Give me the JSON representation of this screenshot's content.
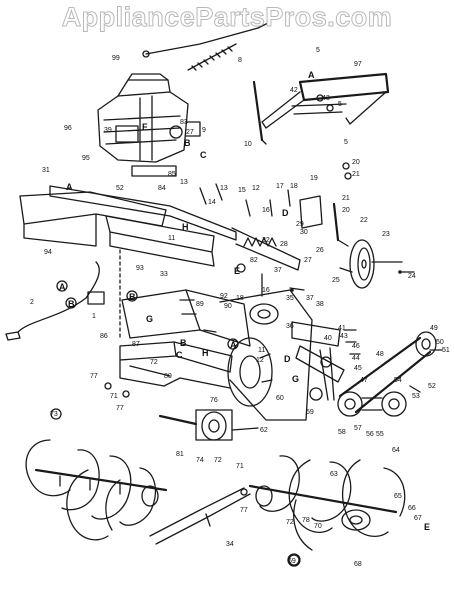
{
  "watermark": "AppliancePartsPros.com",
  "callouts": [
    {
      "id": "c7",
      "text": "7"
    },
    {
      "id": "c99",
      "text": "99"
    },
    {
      "id": "c8",
      "text": "8"
    },
    {
      "id": "c5a",
      "text": "5"
    },
    {
      "id": "c97",
      "text": "97"
    },
    {
      "id": "c10",
      "text": "10"
    },
    {
      "id": "c42",
      "text": "42"
    },
    {
      "id": "c43",
      "text": "43"
    },
    {
      "id": "c5b",
      "text": "5"
    },
    {
      "id": "c96",
      "text": "96"
    },
    {
      "id": "c39",
      "text": "39"
    },
    {
      "id": "c83",
      "text": "83"
    },
    {
      "id": "c27a",
      "text": "27"
    },
    {
      "id": "c9",
      "text": "9"
    },
    {
      "id": "c95",
      "text": "95"
    },
    {
      "id": "c31",
      "text": "31"
    },
    {
      "id": "c52a",
      "text": "52"
    },
    {
      "id": "c85",
      "text": "85"
    },
    {
      "id": "c84",
      "text": "84"
    },
    {
      "id": "c13a",
      "text": "13"
    },
    {
      "id": "c13b",
      "text": "13"
    },
    {
      "id": "c94",
      "text": "94"
    },
    {
      "id": "c11a",
      "text": "11"
    },
    {
      "id": "c14",
      "text": "14"
    },
    {
      "id": "c5c",
      "text": "5"
    },
    {
      "id": "c20a",
      "text": "20"
    },
    {
      "id": "c21a",
      "text": "21"
    },
    {
      "id": "c15",
      "text": "15"
    },
    {
      "id": "c12a",
      "text": "12"
    },
    {
      "id": "c16a",
      "text": "16"
    },
    {
      "id": "c17a",
      "text": "17"
    },
    {
      "id": "c18a",
      "text": "18"
    },
    {
      "id": "c19",
      "text": "19"
    },
    {
      "id": "c21b",
      "text": "21"
    },
    {
      "id": "c20b",
      "text": "20"
    },
    {
      "id": "c22",
      "text": "22"
    },
    {
      "id": "c23",
      "text": "23"
    },
    {
      "id": "c29",
      "text": "29"
    },
    {
      "id": "c30",
      "text": "30"
    },
    {
      "id": "c32",
      "text": "32"
    },
    {
      "id": "c28",
      "text": "28"
    },
    {
      "id": "c26",
      "text": "26"
    },
    {
      "id": "c27b",
      "text": "27"
    },
    {
      "id": "c25",
      "text": "25"
    },
    {
      "id": "c24",
      "text": "24"
    },
    {
      "id": "c93",
      "text": "93"
    },
    {
      "id": "c33",
      "text": "33"
    },
    {
      "id": "c82",
      "text": "82"
    },
    {
      "id": "c37a",
      "text": "37"
    },
    {
      "id": "c16b",
      "text": "16"
    },
    {
      "id": "c2",
      "text": "2"
    },
    {
      "id": "c1",
      "text": "1"
    },
    {
      "id": "c86",
      "text": "86"
    },
    {
      "id": "c89",
      "text": "89"
    },
    {
      "id": "c92",
      "text": "92"
    },
    {
      "id": "c90",
      "text": "90"
    },
    {
      "id": "c18b",
      "text": "18"
    },
    {
      "id": "c35",
      "text": "35"
    },
    {
      "id": "c37b",
      "text": "37"
    },
    {
      "id": "c38",
      "text": "38"
    },
    {
      "id": "c36",
      "text": "36"
    },
    {
      "id": "c40",
      "text": "40"
    },
    {
      "id": "c41",
      "text": "41"
    },
    {
      "id": "c43b",
      "text": "43"
    },
    {
      "id": "c46",
      "text": "46"
    },
    {
      "id": "c44",
      "text": "44"
    },
    {
      "id": "c45",
      "text": "45"
    },
    {
      "id": "c47",
      "text": "47"
    },
    {
      "id": "c48",
      "text": "48"
    },
    {
      "id": "c49",
      "text": "49"
    },
    {
      "id": "c50",
      "text": "50"
    },
    {
      "id": "c51",
      "text": "51"
    },
    {
      "id": "c87",
      "text": "87"
    },
    {
      "id": "c72a",
      "text": "72"
    },
    {
      "id": "c80",
      "text": "80"
    },
    {
      "id": "c77a",
      "text": "77"
    },
    {
      "id": "c71a",
      "text": "71"
    },
    {
      "id": "c77b",
      "text": "77"
    },
    {
      "id": "c76",
      "text": "76"
    },
    {
      "id": "c60",
      "text": "60"
    },
    {
      "id": "c59",
      "text": "59"
    },
    {
      "id": "c58",
      "text": "58"
    },
    {
      "id": "c57",
      "text": "57"
    },
    {
      "id": "c56",
      "text": "56"
    },
    {
      "id": "c55",
      "text": "55"
    },
    {
      "id": "c54",
      "text": "54"
    },
    {
      "id": "c53",
      "text": "53"
    },
    {
      "id": "c52b",
      "text": "52"
    },
    {
      "id": "c62",
      "text": "62"
    },
    {
      "id": "c73",
      "text": "73"
    },
    {
      "id": "c81",
      "text": "81"
    },
    {
      "id": "c74",
      "text": "74"
    },
    {
      "id": "c72b",
      "text": "72"
    },
    {
      "id": "c71b",
      "text": "71"
    },
    {
      "id": "c77c",
      "text": "77"
    },
    {
      "id": "c34",
      "text": "34"
    },
    {
      "id": "c63",
      "text": "63"
    },
    {
      "id": "c64",
      "text": "64"
    },
    {
      "id": "c78",
      "text": "78"
    },
    {
      "id": "c72c",
      "text": "72"
    },
    {
      "id": "c70",
      "text": "70"
    },
    {
      "id": "c65",
      "text": "65"
    },
    {
      "id": "c66",
      "text": "66"
    },
    {
      "id": "c67",
      "text": "67"
    },
    {
      "id": "c69",
      "text": "69"
    },
    {
      "id": "c68",
      "text": "68"
    },
    {
      "id": "c11b",
      "text": "11"
    },
    {
      "id": "c12b",
      "text": "12"
    }
  ],
  "letters": [
    {
      "id": "lA1",
      "text": "A"
    },
    {
      "id": "lF",
      "text": "F"
    },
    {
      "id": "lB1",
      "text": "B"
    },
    {
      "id": "lC1",
      "text": "C"
    },
    {
      "id": "lA2",
      "text": "A"
    },
    {
      "id": "lH",
      "text": "H"
    },
    {
      "id": "lD1",
      "text": "D"
    },
    {
      "id": "lE1",
      "text": "E"
    },
    {
      "id": "lA3",
      "text": "A"
    },
    {
      "id": "lB2",
      "text": "B"
    },
    {
      "id": "lB3",
      "text": "B"
    },
    {
      "id": "lG",
      "text": "G"
    },
    {
      "id": "lB4",
      "text": "B"
    },
    {
      "id": "lC2",
      "text": "C"
    },
    {
      "id": "lA4",
      "text": "A"
    },
    {
      "id": "lH2",
      "text": "H"
    },
    {
      "id": "lD2",
      "text": "D"
    },
    {
      "id": "lG2",
      "text": "G"
    },
    {
      "id": "lE2",
      "text": "E"
    }
  ]
}
